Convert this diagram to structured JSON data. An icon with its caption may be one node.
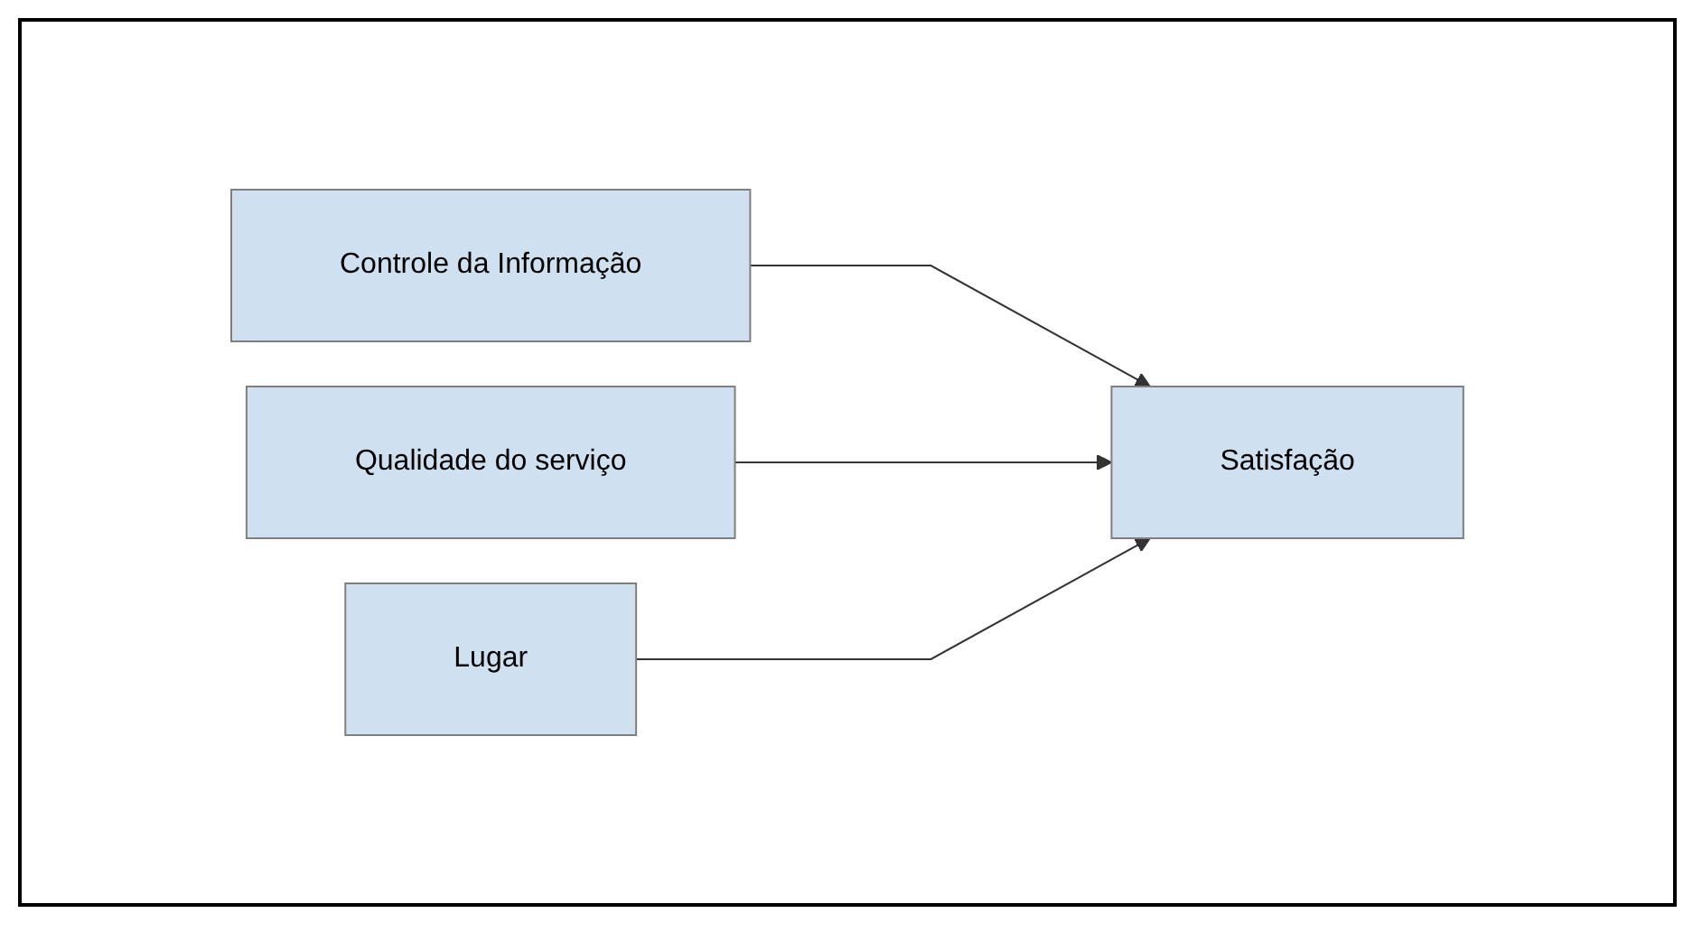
{
  "diagram": {
    "nodes": [
      {
        "text": [
          "Controle da Informação"
        ]
      },
      {
        "text": [
          "Qualidade do serviço"
        ]
      },
      {
        "text": [
          "Lugar"
        ]
      },
      {
        "text": [
          "Satisfação"
        ]
      }
    ],
    "edges": [
      {
        "from": 0,
        "to": 3,
        "arrow": "to"
      },
      {
        "from": 1,
        "to": 3,
        "arrow": "to"
      },
      {
        "from": 2,
        "to": 3,
        "arrow": "to"
      }
    ]
  }
}
